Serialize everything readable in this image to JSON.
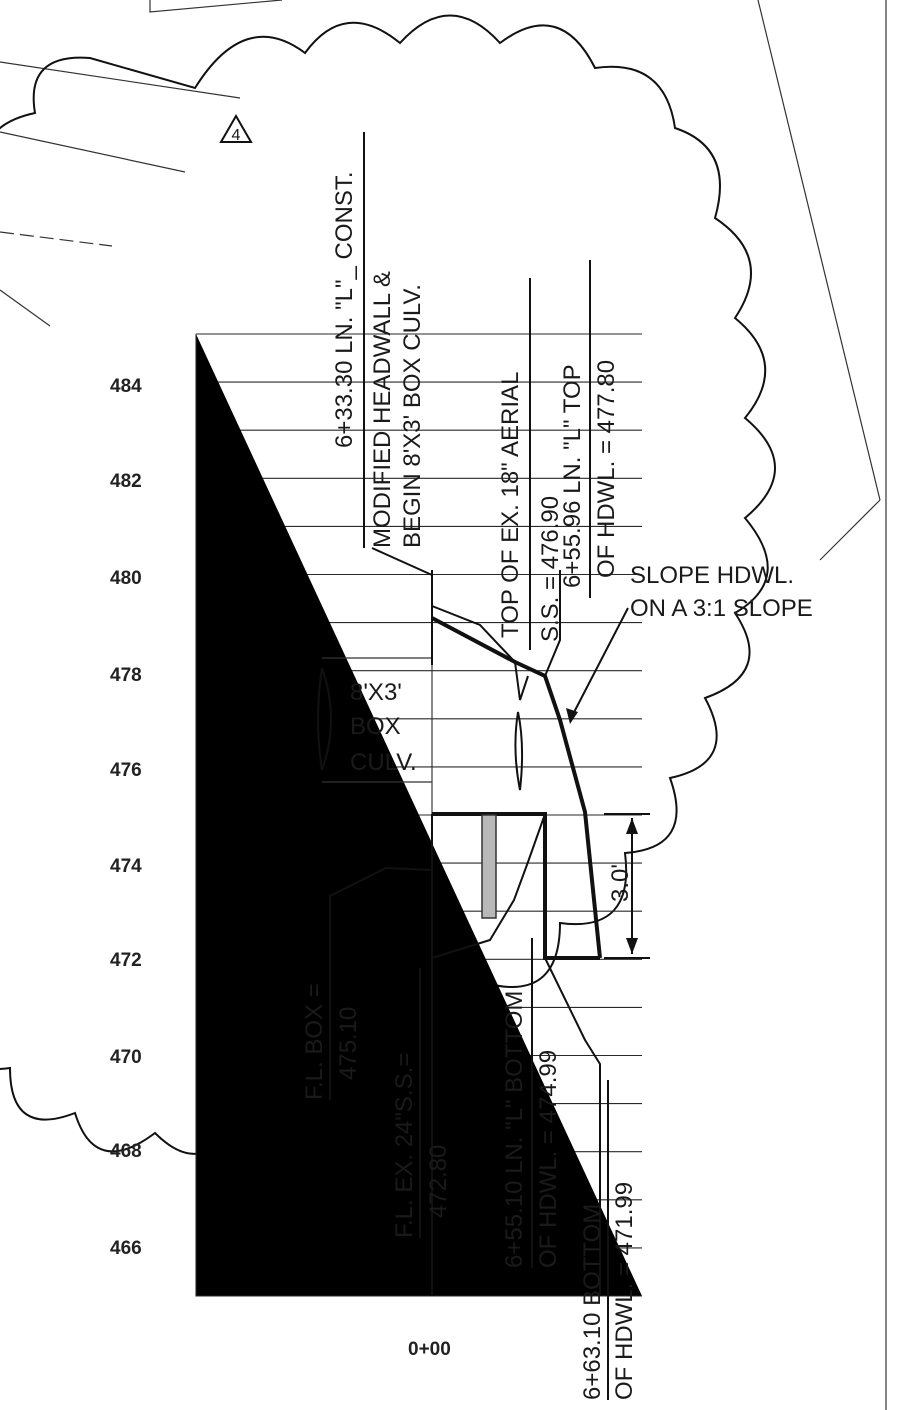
{
  "revision_mark": "4",
  "elevation_labels": [
    "484",
    "482",
    "480",
    "478",
    "476",
    "474",
    "472",
    "470",
    "468",
    "466"
  ],
  "station_label": "0+00",
  "callouts": {
    "headwall_line1": "6+33.30 LN. \"L\"_ CONST.",
    "headwall_line2": "MODIFIED HEADWALL &",
    "headwall_line3": "BEGIN 8'X3' BOX CULV.",
    "aerial_line1": "TOP OF EX. 18\" AERIAL",
    "aerial_line2": "S.S. = 476.90",
    "top_line1": "6+55.96 LN. \"L\" TOP",
    "top_line2": "OF HDWL. = 477.80",
    "slope_line1": "SLOPE HDWL.",
    "slope_line2": "ON A 3:1 SLOPE",
    "culvert_line1": "8'X3'",
    "culvert_line2": "BOX",
    "culvert_line3": "CULV.",
    "dimension": "3.0'",
    "fl_box_line1": "F.L. BOX =",
    "fl_box_line2": "475.10",
    "fl_ex_line1": "F.L. EX. 24\"S.S.=",
    "fl_ex_line2": "472.80",
    "bottom_line1": "6+55.10 LN. \"L\" BOTTOM",
    "bottom_line2": "OF HDWL. = 474.99",
    "bottom2_line1": "6+63.10 BOTTOM",
    "bottom2_line2": "OF HDWL. = 471.99"
  }
}
